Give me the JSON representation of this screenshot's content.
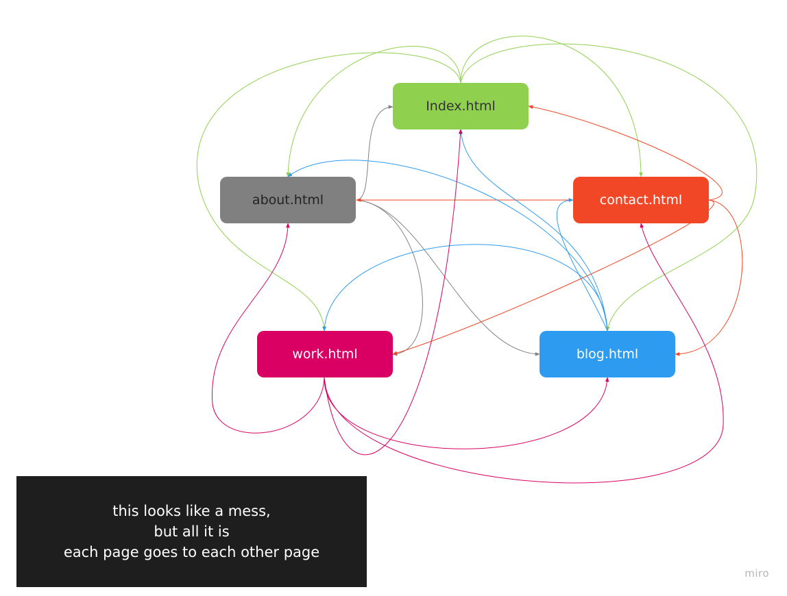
{
  "nodes": {
    "index": {
      "label": "Index.html",
      "color": "#8fd14f"
    },
    "about": {
      "label": "about.html",
      "color": "#808080"
    },
    "contact": {
      "label": "contact.html",
      "color": "#f24726"
    },
    "work": {
      "label": "work.html",
      "color": "#da0063"
    },
    "blog": {
      "label": "blog.html",
      "color": "#2d9bf0"
    }
  },
  "edges": [
    {
      "from": "index",
      "to": "about",
      "color": "#8fd14f"
    },
    {
      "from": "index",
      "to": "contact",
      "color": "#8fd14f"
    },
    {
      "from": "index",
      "to": "work",
      "color": "#8fd14f"
    },
    {
      "from": "index",
      "to": "blog",
      "color": "#8fd14f"
    },
    {
      "from": "about",
      "to": "index",
      "color": "#808080"
    },
    {
      "from": "about",
      "to": "contact",
      "color": "#808080"
    },
    {
      "from": "about",
      "to": "work",
      "color": "#808080"
    },
    {
      "from": "about",
      "to": "blog",
      "color": "#808080"
    },
    {
      "from": "contact",
      "to": "index",
      "color": "#f24726"
    },
    {
      "from": "contact",
      "to": "about",
      "color": "#f24726"
    },
    {
      "from": "contact",
      "to": "work",
      "color": "#f24726"
    },
    {
      "from": "contact",
      "to": "blog",
      "color": "#f24726"
    },
    {
      "from": "blog",
      "to": "index",
      "color": "#2d9bf0"
    },
    {
      "from": "blog",
      "to": "about",
      "color": "#2d9bf0"
    },
    {
      "from": "blog",
      "to": "contact",
      "color": "#2d9bf0"
    },
    {
      "from": "blog",
      "to": "work",
      "color": "#2d9bf0"
    },
    {
      "from": "work",
      "to": "index",
      "color": "#da0063"
    },
    {
      "from": "work",
      "to": "about",
      "color": "#da0063"
    },
    {
      "from": "work",
      "to": "contact",
      "color": "#da0063"
    },
    {
      "from": "work",
      "to": "blog",
      "color": "#da0063"
    }
  ],
  "note": {
    "line1": "this looks like a mess,",
    "line2": "but all it is",
    "line3": "each page goes to each other page"
  },
  "watermark": "miro"
}
